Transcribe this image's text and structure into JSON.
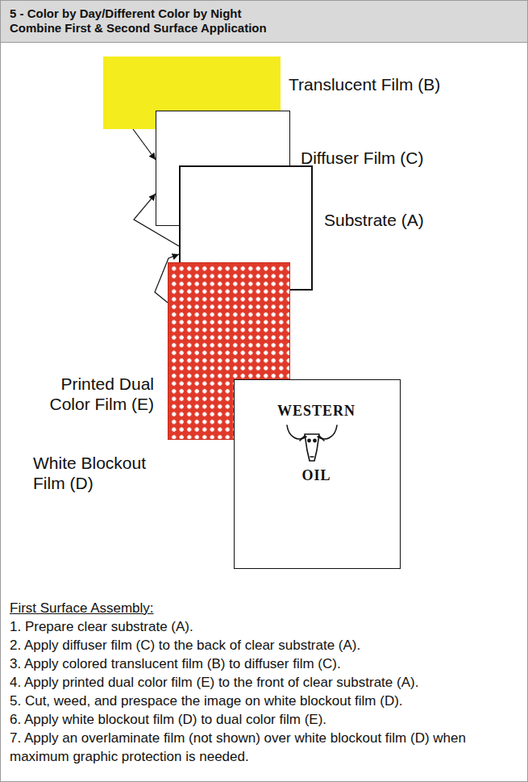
{
  "diagram": {
    "title": "5 - Color by Day/Different Color by Night Combine First & Second Surface Application",
    "nodes": [
      {
        "text": [
          "Translucent Film (B)"
        ]
      },
      {
        "text": [
          "Diffuser Film (C)"
        ]
      },
      {
        "text": [
          "Substrate (A)"
        ]
      },
      {
        "text": [
          "Printed Dual Color Film (E)"
        ]
      },
      {
        "text": [
          "White Blockout Film (D)",
          "WESTERN",
          "OIL"
        ]
      }
    ],
    "edges": [
      {
        "from": 0,
        "to": 1,
        "arrow": "to"
      },
      {
        "from": 2,
        "to": 1,
        "arrow": "to"
      },
      {
        "from": 3,
        "to": 2,
        "arrow": "to"
      }
    ],
    "labels": [
      "First Surface Assembly:",
      "1. Prepare clear substrate (A).",
      "2. Apply diffuser film (C) to the back of clear substrate (A).",
      "3. Apply colored translucent film (B) to diffuser film (C).",
      "4. Apply printed dual color film (E) to the front of clear substrate (A).",
      "5. Cut, weed, and prespace the image on white blockout film (D).",
      "6. Apply white blockout film (D) to dual color film (E).",
      "7. Apply an overlaminate film (not shown) over white blockout film (D) when maximum graphic protection is needed."
    ]
  }
}
